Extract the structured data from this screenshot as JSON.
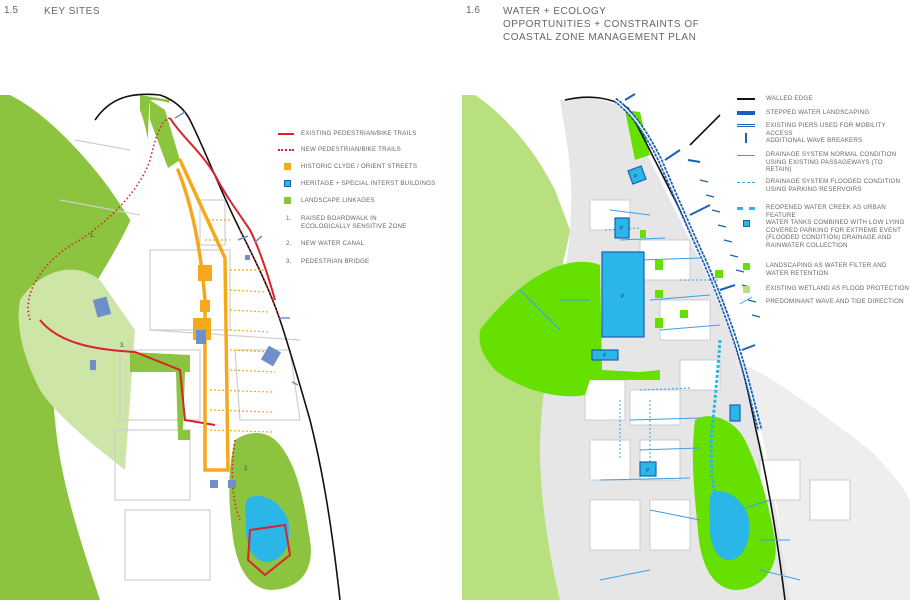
{
  "left_panel": {
    "number": "1.5",
    "title": "KEY SITES",
    "legend": [
      {
        "label": "EXISTING PEDESTRIAN/BIKE TRAILS",
        "swatch": "red-line"
      },
      {
        "label": "NEW PEDESTRIAN/BIKE TRAILS",
        "swatch": "red-dotted"
      },
      {
        "label": "HISTORIC CLYDE / ORIENT STREETS",
        "swatch": "orange-square"
      },
      {
        "label": "HERITAGE + SPECIAL INTERST BUILDINGS",
        "swatch": "blue-square"
      },
      {
        "label": "LANDSCAPE LINKAGES",
        "swatch": "green-square"
      }
    ],
    "notes": [
      {
        "num": "1.",
        "text": "RAISED BOARDWALK IN ECOLOGICALLY SENSITIVE ZONE"
      },
      {
        "num": "2.",
        "text": "NEW WATER CANAL"
      },
      {
        "num": "3.",
        "text": "PEDESTRIAN BRIDGE"
      }
    ],
    "map_markers": [
      "1.",
      "2.",
      "3."
    ]
  },
  "right_panel": {
    "number": "1.6",
    "title_lines": [
      "WATER + ECOLOGY",
      "OPPORTUNITIES + CONSTRAINTS OF",
      "COASTAL ZONE MANAGEMENT PLAN"
    ],
    "legend": [
      {
        "label": "WALLED EDGE"
      },
      {
        "label": "STEPPED WATER LANDSCAPING"
      },
      {
        "label": "EXISTING PIERS USED FOR MOBILITY ACCESS"
      },
      {
        "label": "ADDITIONAL WAVE BREAKERS"
      },
      {
        "label": "DRAINAGE SYSTEM NORMAL CONDITION USING EXISTING PASSAGEWAYS (TO RETAIN)"
      },
      {
        "label": "DRAINAGE SYSTEM FLOODED CONDITION USING PARKING RESERVOIRS"
      },
      {
        "label": "REOPENED WATER CREEK AS URBAN FEATURE"
      },
      {
        "label": "WATER TANKS COMBINED WITH LOW LYING COVERED PARKING FOR EXTREME EVENT (FLOODED CONDITION) DRAINAGE AND RAINWATER COLLECTION"
      },
      {
        "label": "LANDSCAPING AS WATER FILTER AND WATER RETENTION"
      },
      {
        "label": "EXISTING WETLAND AS FLOOD PROTECTION"
      },
      {
        "label": "PREDOMINANT WAVE AND TIDE DIRECTION"
      }
    ],
    "tank_label": "P"
  },
  "colors": {
    "trail_red": "#d9232e",
    "orange": "#f5a81c",
    "heritage_blue": "#6e8fc9",
    "landscape_green": "#8cc63f",
    "big_green": "#8dc43f",
    "light_green": "#b9e07e",
    "water_blue": "#2ab7e8",
    "drain_blue": "#3aa0e6",
    "dark_blue": "#1b5fb8",
    "bright_green": "#66e000"
  }
}
